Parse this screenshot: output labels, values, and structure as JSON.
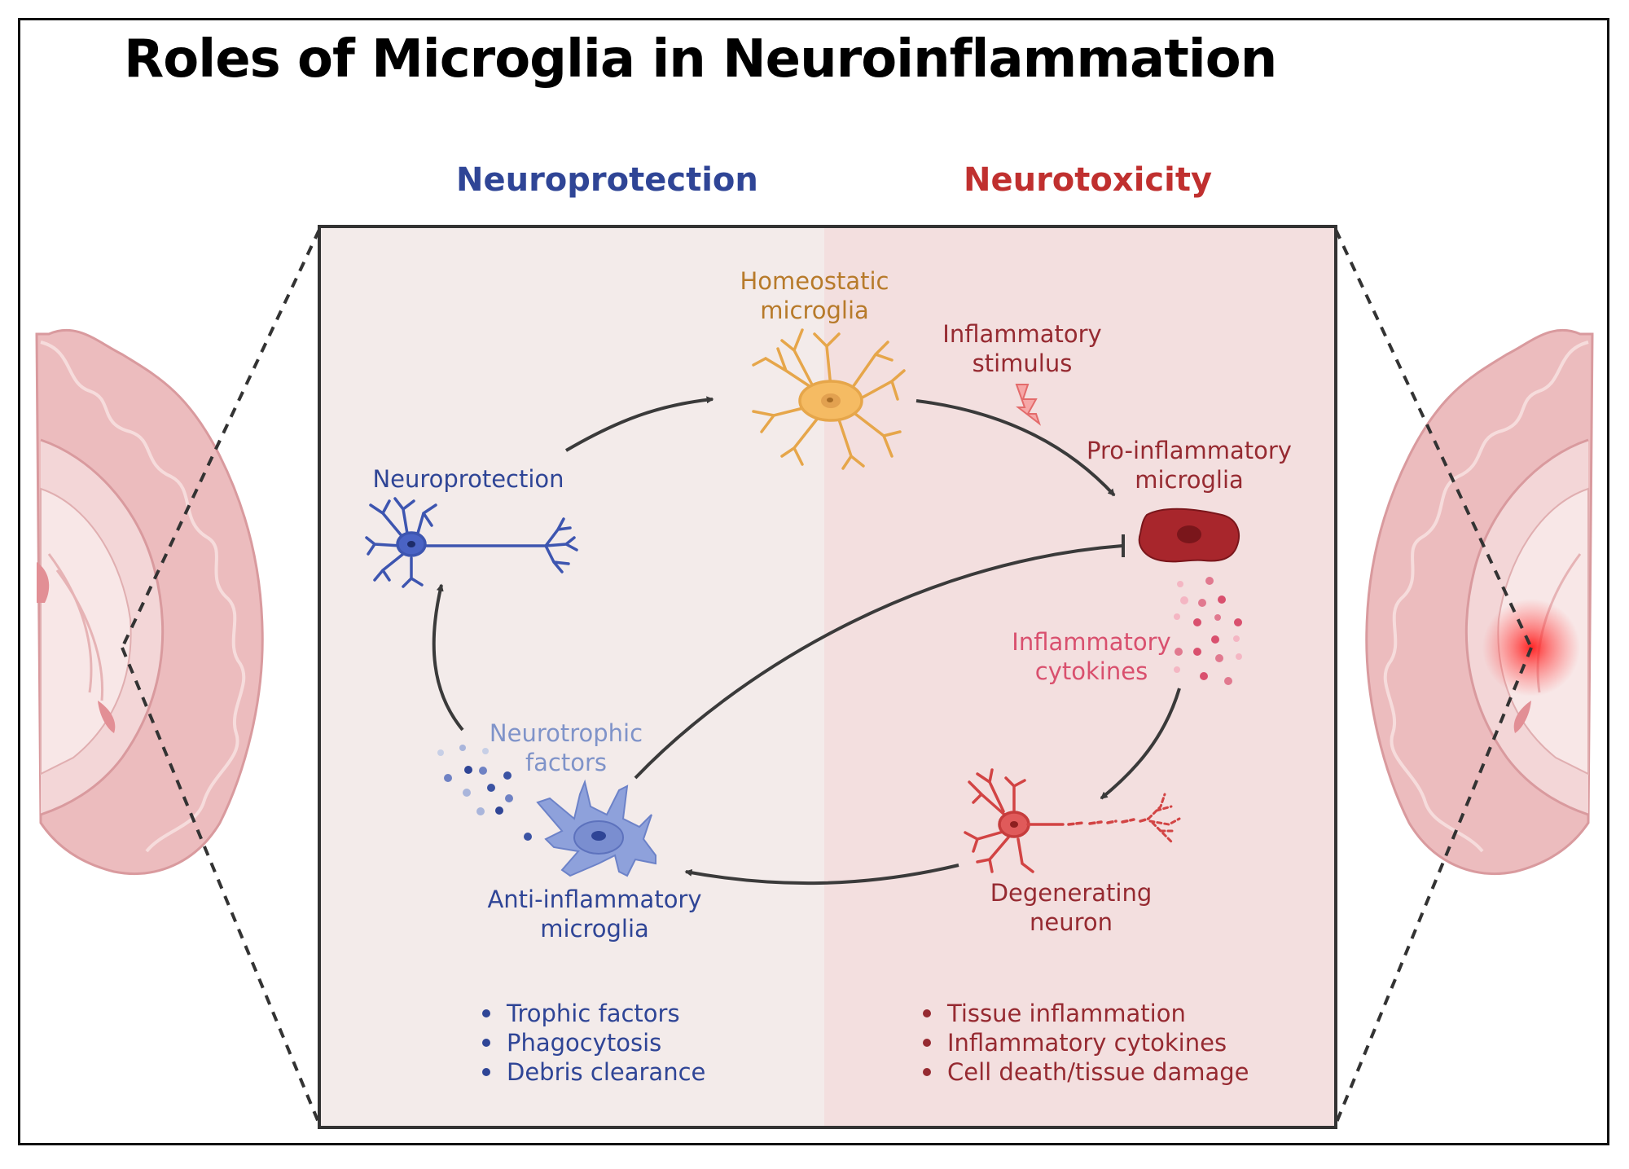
{
  "title": "Roles of Microglia in Neuroinflammation",
  "headers": {
    "left": "Neuroprotection",
    "right": "Neurotoxicity"
  },
  "labels": {
    "homeostatic": "Homeostatic\nmicroglia",
    "stimulus": "Inflammatory\nstimulus",
    "pro_inflammatory": "Pro-inflammatory\nmicroglia",
    "cytokines": "Inflammatory\ncytokines",
    "degenerating": "Degenerating\nneuron",
    "anti_inflammatory": "Anti-inflammatory\nmicroglia",
    "neurotrophic": "Neurotrophic\nfactors",
    "neuroprotection": "Neuroprotection"
  },
  "bullets": {
    "left": [
      "Trophic factors",
      "Phagocytosis",
      "Debris clearance"
    ],
    "right": [
      "Tissue inflammation",
      "Inflammatory cytokines",
      "Cell death/tissue damage"
    ]
  },
  "colors": {
    "blue": "#2f4596",
    "red": "#c0302f",
    "dark_red": "#962a31",
    "orange": "#b77a2a",
    "pink": "#d9506e",
    "light_blue": "#7f93c9",
    "panel_left": "#f3ebea",
    "panel_right": "#f3dfdf",
    "brain": "#eab9bb"
  }
}
